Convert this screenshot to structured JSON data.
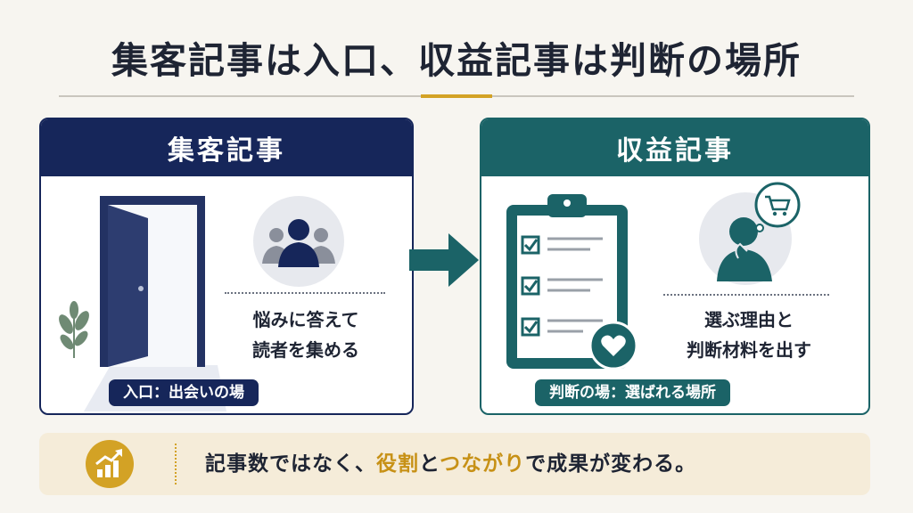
{
  "title": "集客記事は入口、収益記事は判断の場所",
  "left_card": {
    "heading": "集客記事",
    "description_line1": "悩みに答えて",
    "description_line2": "読者を集める",
    "pill": "入口：出会いの場",
    "icons": [
      "open-door-icon",
      "people-group-icon",
      "plant-icon"
    ],
    "color": "#16265a"
  },
  "right_card": {
    "heading": "収益記事",
    "description_line1": "選ぶ理由と",
    "description_line2": "判断材料を出す",
    "pill": "判断の場：選ばれる場所",
    "icons": [
      "clipboard-checklist-icon",
      "heart-icon",
      "thinking-person-icon",
      "shopping-cart-icon"
    ],
    "color": "#1b6367"
  },
  "banner": {
    "text_before": "記事数ではなく、",
    "highlight1": "役割",
    "text_mid": "と",
    "highlight2": "つながり",
    "text_after": "で成果が変わる。",
    "icon": "growth-chart-icon",
    "accent": "#d3a225"
  }
}
